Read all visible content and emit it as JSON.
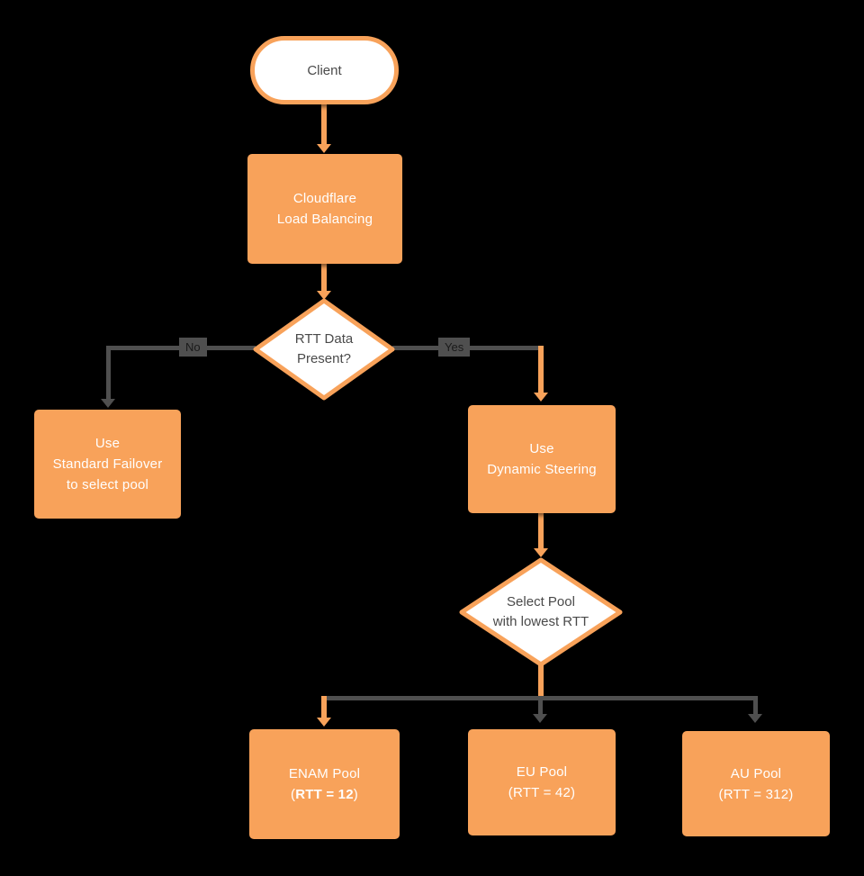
{
  "nodes": {
    "client": {
      "label": "Client"
    },
    "load_balancing": {
      "label": "Cloudflare\nLoad Balancing"
    },
    "rtt_decision": {
      "label": "RTT Data\nPresent?"
    },
    "standard_failover": {
      "label": "Use\nStandard Failover\nto select pool"
    },
    "dynamic_steering": {
      "label": "Use\nDynamic Steering"
    },
    "select_pool": {
      "label": "Select Pool\nwith lowest RTT"
    },
    "enam_pool": {
      "name": "ENAM Pool",
      "rtt_open": "(",
      "rtt_bold": "RTT = 12",
      "rtt_close": ")"
    },
    "eu_pool": {
      "name": "EU Pool",
      "rtt": "(RTT = 42)"
    },
    "au_pool": {
      "name": "AU Pool",
      "rtt": "(RTT = 312)"
    }
  },
  "edge_labels": {
    "no": "No",
    "yes": "Yes"
  },
  "colors": {
    "orange": "#F8A25A",
    "line_gray": "#4F4F4F",
    "label_bg": "#4F4F4F",
    "label_text": "#1A1A1A",
    "dark_text": "#4A4A4A",
    "node_text": "#FFFFFF",
    "background": "#000000"
  }
}
